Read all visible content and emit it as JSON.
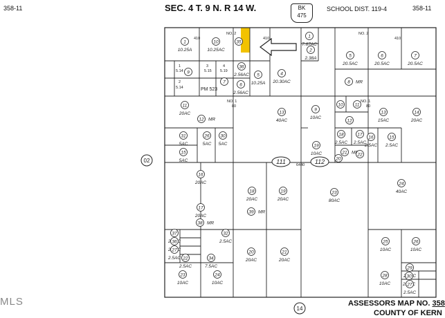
{
  "header": {
    "left_code": "358-11",
    "title": "SEC. 4  T. 9  N. R 14  W.",
    "book_label": "BK",
    "book_number": "475",
    "school_district": "SCHOOL  DIST.  119-4",
    "right_code": "358-11"
  },
  "footer": {
    "assessor_line": "ASSESSORS MAP NO.",
    "map_number": "358",
    "county": "COUNTY OF KERN",
    "road_circle": "14",
    "left_circle": "02",
    "watermark": "MLS"
  },
  "callouts": [
    "111",
    "112"
  ],
  "highlight_parcel": "30",
  "parcels": [
    {
      "id": "1",
      "area": "10.25A"
    },
    {
      "id": "10",
      "area": "10.25AC"
    },
    {
      "id": "35",
      "area": ""
    },
    {
      "id": "36",
      "area": "2.56AC"
    },
    {
      "id": "5",
      "area": "10.25A"
    },
    {
      "id": "4",
      "area": "20.30AC"
    },
    {
      "id": "9",
      "area": ""
    },
    {
      "id": "7",
      "area": ""
    },
    {
      "id": "6",
      "area": "2.56AC"
    },
    {
      "id": "11",
      "area": "20AC"
    },
    {
      "id": "12",
      "area": "MR"
    },
    {
      "id": "13",
      "area": "40AC"
    },
    {
      "id": "31",
      "area": "5AC"
    },
    {
      "id": "26",
      "area": "5AC"
    },
    {
      "id": "30",
      "area": "5AC"
    },
    {
      "id": "15",
      "area": "5AC"
    },
    {
      "id": "16",
      "area": "20AC"
    },
    {
      "id": "18",
      "area": "20AC"
    },
    {
      "id": "39",
      "area": "MR"
    },
    {
      "id": "19",
      "area": "20AC"
    },
    {
      "id": "17",
      "area": "20AC"
    },
    {
      "id": "38",
      "area": "MR"
    },
    {
      "id": "37",
      "area": "2.5AC"
    },
    {
      "id": "36",
      "area": "2.5AC"
    },
    {
      "id": "27",
      "area": "2.5AC"
    },
    {
      "id": "32",
      "area": "2.5AC"
    },
    {
      "id": "22",
      "area": "2.5AC"
    },
    {
      "id": "34",
      "area": "7.5AC"
    },
    {
      "id": "20",
      "area": "20AC"
    },
    {
      "id": "21",
      "area": "20AC"
    },
    {
      "id": "23",
      "area": "10AC"
    },
    {
      "id": "24",
      "area": "10AC"
    },
    {
      "id": "1",
      "area": "7.67AC"
    },
    {
      "id": "2",
      "area": "2.38A"
    },
    {
      "id": "5",
      "area": "20.5AC"
    },
    {
      "id": "6",
      "area": "20.5AC"
    },
    {
      "id": "7",
      "area": "20.5AC"
    },
    {
      "id": "8",
      "area": "MR"
    },
    {
      "id": "9",
      "area": "10AC"
    },
    {
      "id": "10",
      "area": ""
    },
    {
      "id": "11",
      "area": ""
    },
    {
      "id": "12",
      "area": ""
    },
    {
      "id": "13",
      "area": "15AC"
    },
    {
      "id": "14",
      "area": "20AC"
    },
    {
      "id": "18",
      "area": "2.5AC"
    },
    {
      "id": "17",
      "area": "2.5AC"
    },
    {
      "id": "16",
      "area": "2.5AC"
    },
    {
      "id": "15",
      "area": "2.5AC"
    },
    {
      "id": "21",
      "area": "MR"
    },
    {
      "id": "19",
      "area": "10AC"
    },
    {
      "id": "20",
      "area": ""
    },
    {
      "id": "22",
      "area": ""
    },
    {
      "id": "23",
      "area": "80AC"
    },
    {
      "id": "24",
      "area": "40AC"
    },
    {
      "id": "25",
      "area": "10AC"
    },
    {
      "id": "26",
      "area": "10AC"
    },
    {
      "id": "28",
      "area": "10AC"
    },
    {
      "id": "29",
      "area": "2.5AC"
    },
    {
      "id": "30",
      "area": "2.5AC"
    },
    {
      "id": "27",
      "area": "2.5AC"
    }
  ],
  "notes": {
    "no2_a": "NO. 2",
    "no2_b": "NO. 2",
    "no1_a": "NO. 1",
    "no1_b": "NO. 1",
    "pm": "PM 523",
    "lot_410a": "410",
    "lot_410b": "410",
    "lot_410c": "410",
    "lot_80": "80",
    "lot_80b": "80",
    "lot_6440": "6440",
    "small_1": "1",
    "small_3": "3",
    "small_4": "4",
    "small_2": "2",
    "small_514a": "5.14",
    "small_515": "5.15",
    "small_519": "5.19",
    "small_514b": "5.14"
  }
}
